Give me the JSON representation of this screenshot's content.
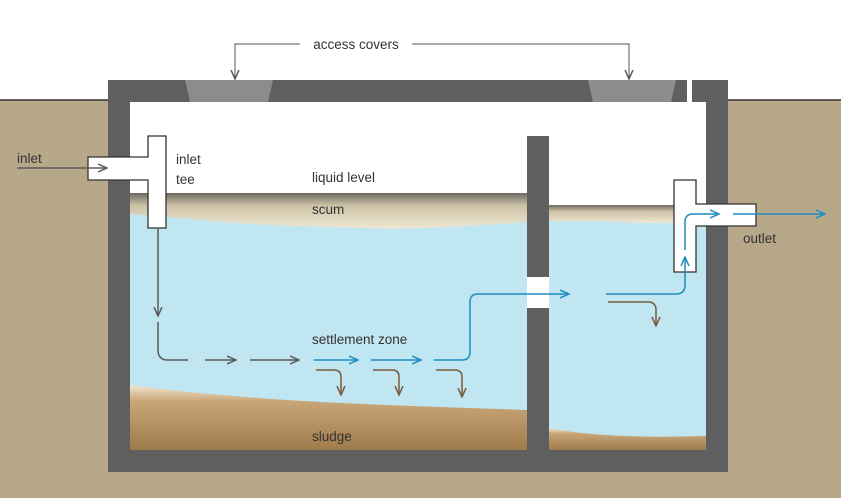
{
  "labels": {
    "access_covers": "access covers",
    "inlet": "inlet",
    "inlet_tee_line1": "inlet",
    "inlet_tee_line2": "tee",
    "liquid_level": "liquid level",
    "scum": "scum",
    "outlet": "outlet",
    "settlement_zone": "settlement zone",
    "sludge": "sludge"
  },
  "colors": {
    "soil": "#b7a889",
    "concrete": "#5f5f5f",
    "water": "#bfe6f1",
    "scum": "#e6dcc4",
    "sludge": "#a57f50",
    "arrow_gray": "#5a5a5a",
    "arrow_blue": "#1e8cc0",
    "arrow_brown": "#7a5a3a"
  }
}
